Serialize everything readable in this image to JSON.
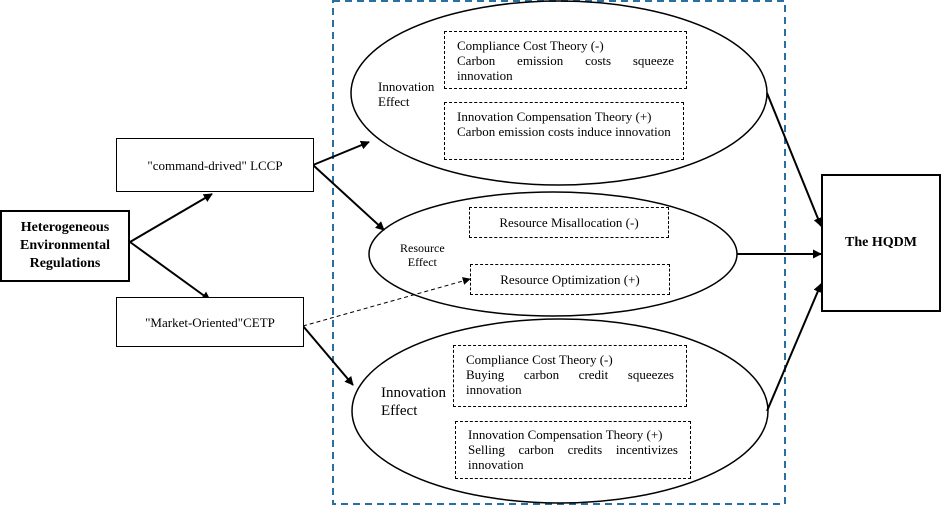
{
  "left_node": {
    "line1": "Heterogeneous",
    "line2": "Environmental",
    "line3": "Regulations"
  },
  "command_box": {
    "label": "\"command-drived\" LCCP"
  },
  "market_box": {
    "label": "\"Market-Oriented\"CETP"
  },
  "hqdm_box": {
    "label": "The HQDM"
  },
  "innovation_top": {
    "label_line1": "Innovation",
    "label_line2": "Effect",
    "compliance": {
      "title": "Compliance Cost Theory (-)",
      "text": "Carbon emission costs squeeze innovation"
    },
    "compensation": {
      "title": "Innovation Compensation Theory (+)",
      "text": "Carbon emission costs induce innovation"
    }
  },
  "resource": {
    "label_line1": "Resource",
    "label_line2": "Effect",
    "misallocation": "Resource Misallocation (-)",
    "optimization": "Resource Optimization (+)"
  },
  "innovation_bottom": {
    "label_line1": "Innovation",
    "label_line2": "Effect",
    "compliance": {
      "title": "Compliance Cost Theory (-)",
      "text": "Buying carbon credit squeezes innovation"
    },
    "compensation": {
      "title": "Innovation Compensation Theory (+)",
      "text": "Selling carbon credits incentivizes innovation"
    }
  },
  "colors": {
    "frame_dash": "#2a6f9e",
    "ink": "#000000"
  }
}
